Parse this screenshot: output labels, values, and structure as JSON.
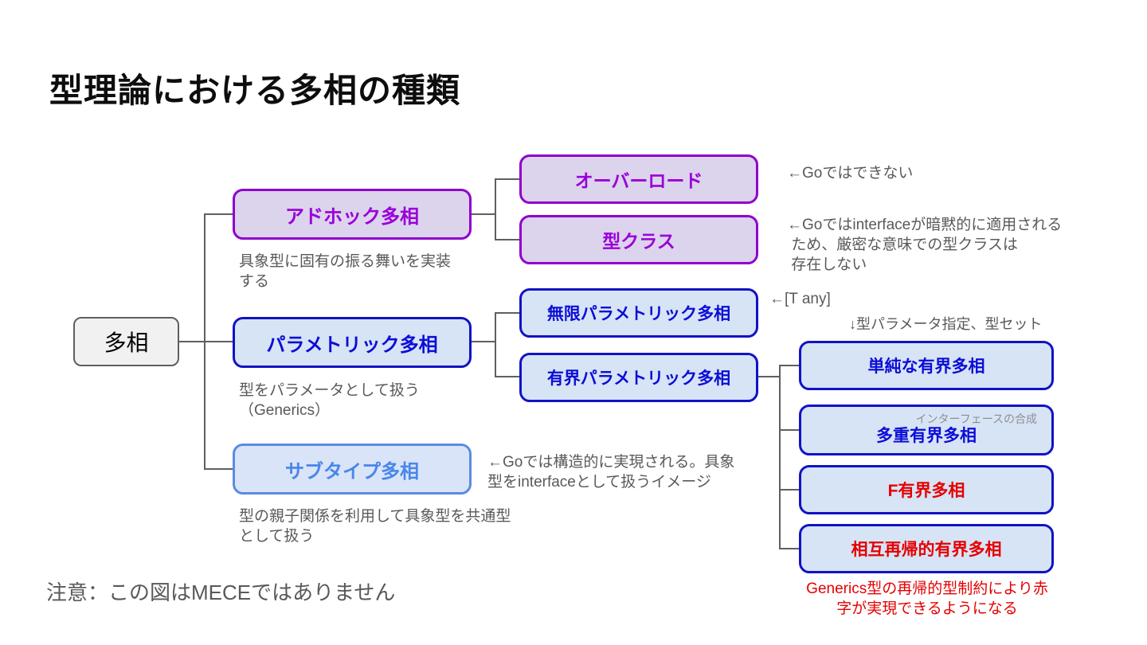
{
  "slide": {
    "title": "型理論における多相の種類",
    "footer_note": "注意：この図はMECEではありません"
  },
  "colors": {
    "purple_accent": "#9900cc",
    "purple_fill": "#dcd3ec",
    "blue_accent": "#1212c4",
    "blue_fill": "#d6e4f6",
    "subtype_accent": "#4a86e8",
    "red_accent": "#e60000",
    "gray_text": "#595959",
    "root_fill": "#f1f1f1",
    "connector_gray": "#5f5f5f"
  },
  "nodes": {
    "root": {
      "label": "多相"
    },
    "adhoc": {
      "label": "アドホック多相",
      "desc": "具象型に固有の振る舞いを実装\nする"
    },
    "overload": {
      "label": "オーバーロード",
      "note": "←Goではできない"
    },
    "typeclass": {
      "label": "型クラス",
      "note": "←Goではinterfaceが暗黙的に適用される\n ため、厳密な意味での型クラスは\n 存在しない"
    },
    "parametric": {
      "label": "パラメトリック多相",
      "desc": "型をパラメータとして扱う\n（Generics）"
    },
    "unbounded": {
      "label": "無限パラメトリック多相",
      "note": "←[T any]"
    },
    "bounded": {
      "label": "有界パラメトリック多相",
      "note": "↓型パラメータ指定、型セット"
    },
    "simple_bounded": {
      "label": "単純な有界多相"
    },
    "multiple_bounded": {
      "label": "多重有界多相",
      "sublabel": "インターフェースの合成"
    },
    "f_bounded": {
      "label": "F有界多相"
    },
    "mutual_bounded": {
      "label": "相互再帰的有界多相",
      "note": "Generics型の再帰的型制約により赤\n字が実現できるようになる"
    },
    "subtype": {
      "label": "サブタイプ多相",
      "note": "←Goでは構造的に実現される。具象\n型をinterfaceとして扱うイメージ",
      "desc": "型の親子関係を利用して具象型を共通型\nとして扱う"
    }
  }
}
